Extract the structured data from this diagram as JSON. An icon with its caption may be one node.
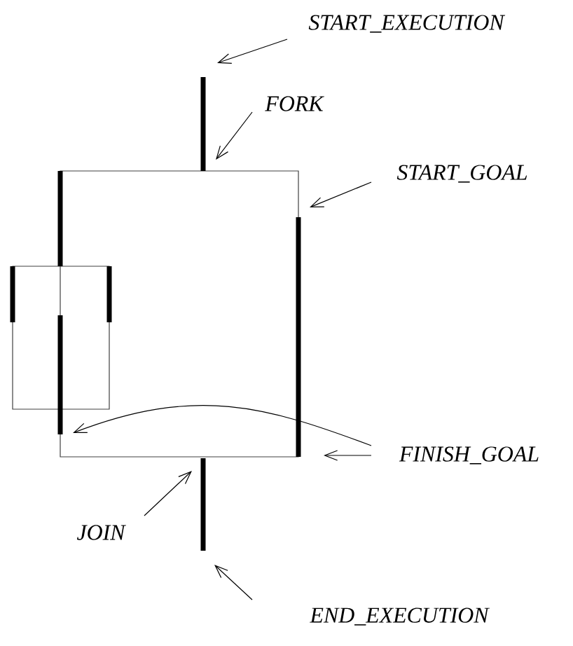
{
  "diagram": {
    "nodes": [
      {
        "text": [
          "START_EXECUTION"
        ]
      },
      {
        "text": [],
        "shape": "bar"
      },
      {
        "text": [
          "FORK"
        ]
      },
      {
        "text": [],
        "shape": "bar"
      },
      {
        "text": [
          "START_GOAL"
        ]
      },
      {
        "text": [],
        "shape": "bar"
      },
      {
        "text": [],
        "shape": "bar"
      },
      {
        "text": [],
        "shape": "bar"
      },
      {
        "text": [],
        "shape": "bar"
      },
      {
        "text": [
          "FINISH_GOAL"
        ]
      },
      {
        "text": [
          "JOIN"
        ]
      },
      {
        "text": [],
        "shape": "bar"
      },
      {
        "text": [
          "END_EXECUTION"
        ]
      }
    ],
    "edges": [
      {
        "from": 0,
        "to": 1,
        "arrow": "to"
      },
      {
        "from": 2,
        "to": 1,
        "arrow": "to"
      },
      {
        "from": 4,
        "to": 5,
        "arrow": "to"
      },
      {
        "from": 9,
        "to": 5,
        "arrow": "to"
      },
      {
        "from": 9,
        "to": 8,
        "arrow": "to"
      },
      {
        "from": 10,
        "to": 11,
        "arrow": "to"
      },
      {
        "from": 12,
        "to": 11,
        "arrow": "to"
      }
    ]
  }
}
